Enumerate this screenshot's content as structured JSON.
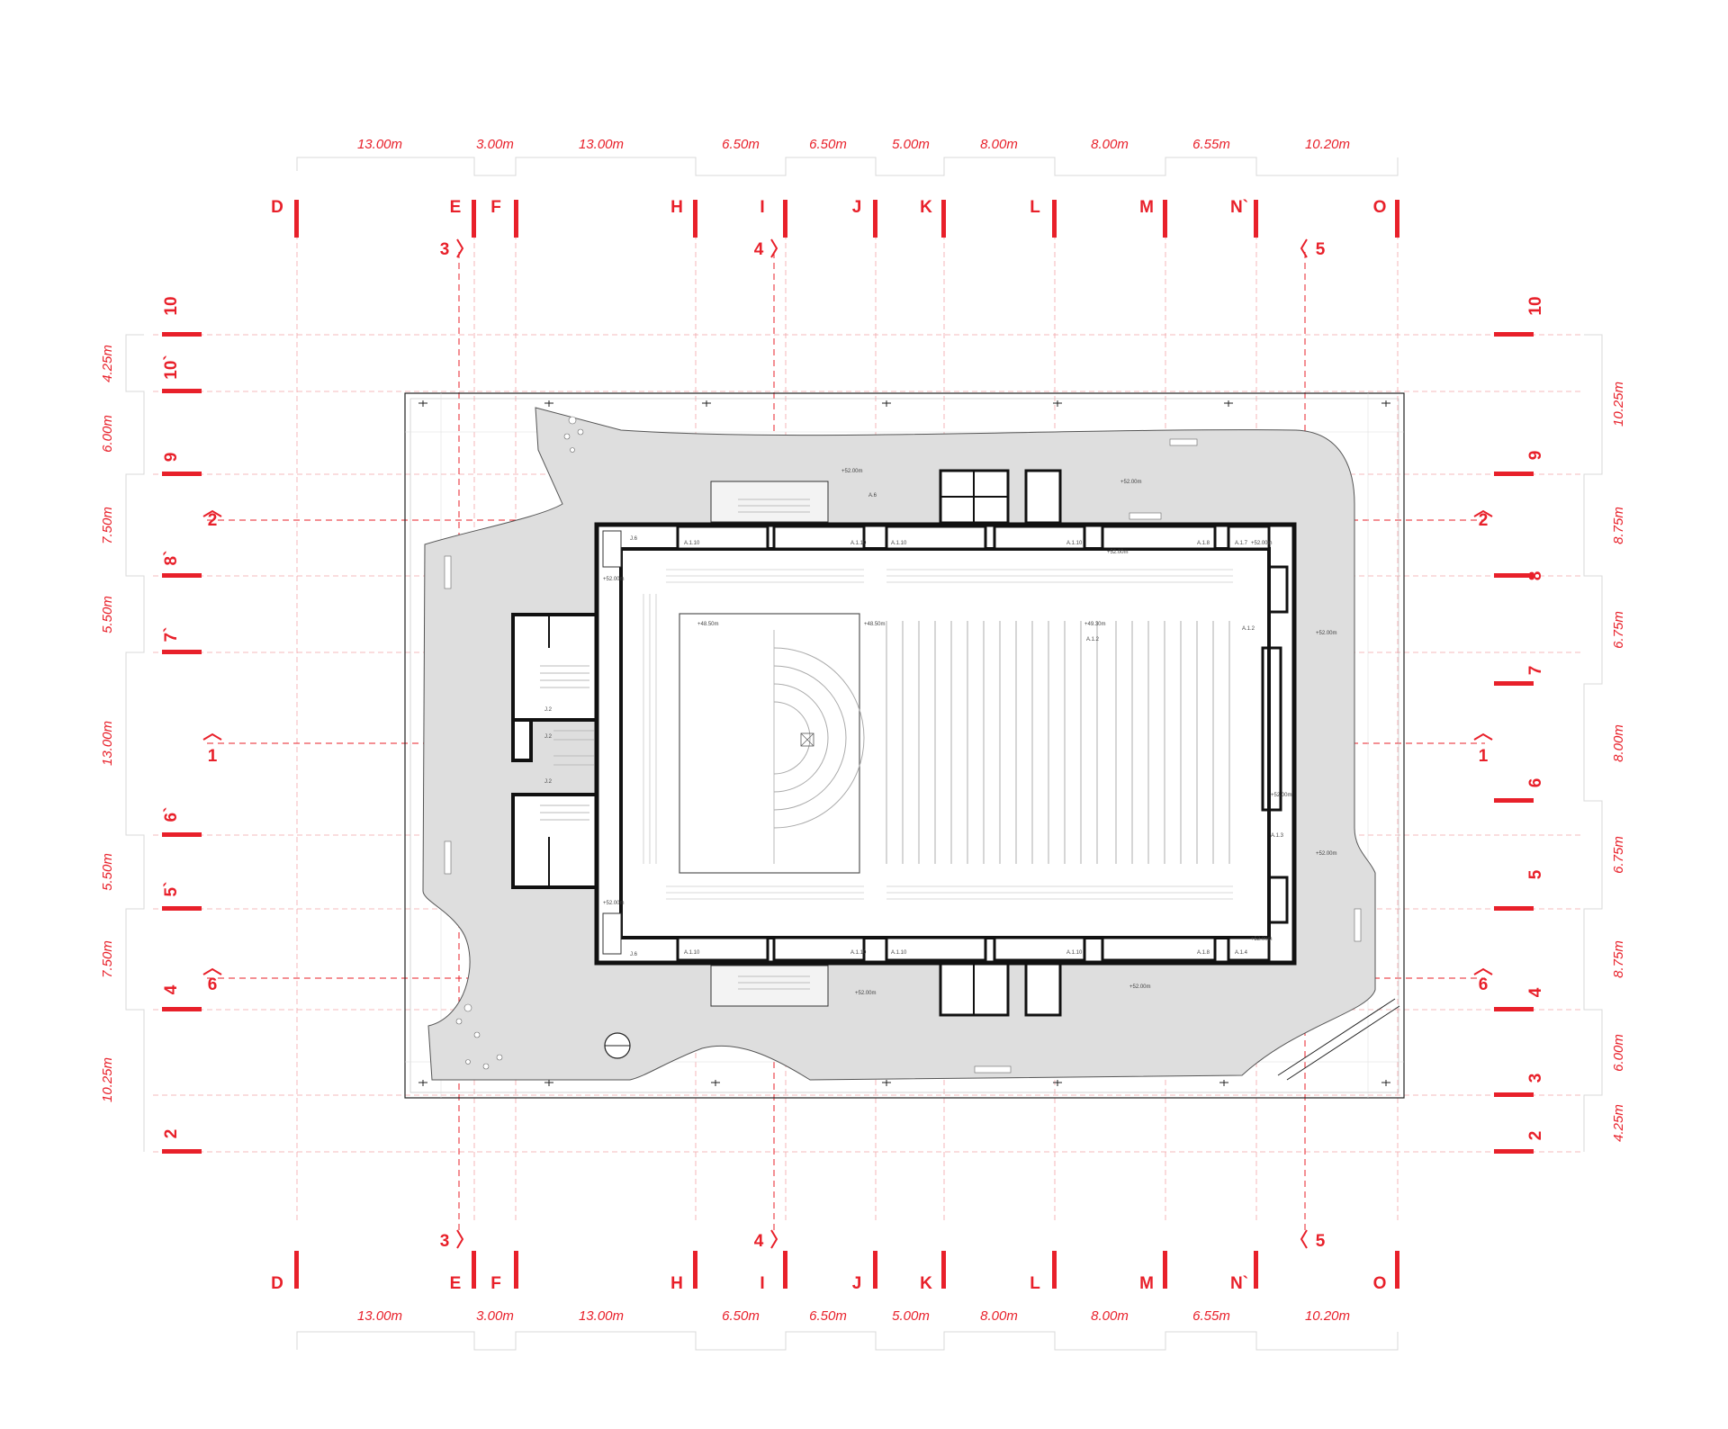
{
  "top_dims": [
    "13.00m",
    "3.00m",
    "13.00m",
    "6.50m",
    "6.50m",
    "5.00m",
    "8.00m",
    "8.00m",
    "6.55m",
    "10.20m"
  ],
  "bottom_dims": [
    "13.00m",
    "3.00m",
    "13.00m",
    "6.50m",
    "6.50m",
    "5.00m",
    "8.00m",
    "8.00m",
    "6.55m",
    "10.20m"
  ],
  "col_labels": [
    "D",
    "E",
    "F",
    "H",
    "I",
    "J",
    "K",
    "L",
    "M",
    "N`",
    "O"
  ],
  "section_cols": [
    "3",
    "4",
    "5"
  ],
  "section_rows": [
    "2",
    "1",
    "6"
  ],
  "left_row_labels": [
    "10",
    "10`",
    "9",
    "8`",
    "7`",
    "6`",
    "5`",
    "4",
    "2"
  ],
  "left_dims": [
    "4.25m",
    "6.00m",
    "7.50m",
    "5.50m",
    "13.00m",
    "5.50m",
    "7.50m",
    "10.25m"
  ],
  "right_row_labels": [
    "10",
    "9",
    "8",
    "7",
    "6",
    "5",
    "4",
    "3",
    "2"
  ],
  "right_dims": [
    "10.25m",
    "8.75m",
    "6.75m",
    "8.00m",
    "6.75m",
    "8.75m",
    "6.00m",
    "4.25m"
  ],
  "rooms": {
    "a6": "A.6",
    "a10": "A.1.10",
    "a10_2": "A.1.10",
    "a10_3": "A.1.10",
    "a10_4": "A.1.10",
    "a8": "A.1.8",
    "a7": "A.1.7",
    "a12": "A.1.2",
    "a12b": "A.1.2",
    "a13": "A.1.3",
    "a14": "A.1.4",
    "a8b": "A.1.8",
    "a10b": "A.1.10",
    "a10b2": "A.1.10",
    "a10b3": "A.1.10",
    "a10b4": "A.1.10",
    "j6": "J.6",
    "j6b": "J.6",
    "j2": "J.2",
    "j2b": "J.2",
    "j2c": "J.2"
  },
  "levels": {
    "l1": "+52.00m",
    "l2": "+52.00m",
    "l3": "+52.00m",
    "l4": "+52.00m",
    "l5": "+48.50m",
    "l6": "+48.50m",
    "l7": "+49.30m",
    "l8": "+52.00m",
    "l9": "+52.00m",
    "l10": "+52.00m",
    "l11": "+52.00m",
    "l12": "+52.00m",
    "l13": "+52.00m",
    "l14": "+52.00m",
    "l15": "+52.00m"
  }
}
